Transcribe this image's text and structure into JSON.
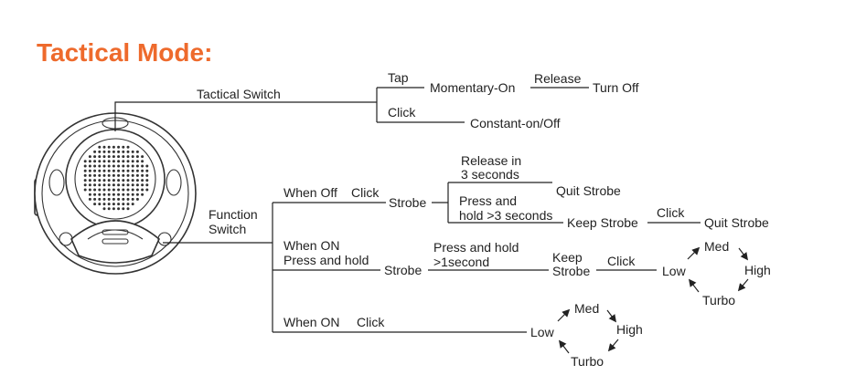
{
  "title": "Tactical Mode:",
  "colors": {
    "title": "#ee6a2c",
    "ink": "#222222"
  },
  "tactical": {
    "label": "Tactical Switch",
    "tap": "Tap",
    "momentary": "Momentary-On",
    "release": "Release",
    "turn_off": "Turn Off",
    "click": "Click",
    "constant": "Constant-on/Off"
  },
  "function": {
    "label_line1": "Function",
    "label_line2": "Switch",
    "when_off": {
      "label": "When Off",
      "click": "Click",
      "strobe": "Strobe",
      "release_line1": "Release in",
      "release_line2": "3 seconds",
      "quit_strobe_1": "Quit Strobe",
      "press_line1": "Press and",
      "press_line2": "hold >3 seconds",
      "keep_strobe": "Keep Strobe",
      "click_2": "Click",
      "quit_strobe_2": "Quit Strobe"
    },
    "when_on_hold": {
      "line1": "When ON",
      "line2": "Press and hold",
      "strobe": "Strobe",
      "press_line1": "Press and hold",
      "press_line2": ">1second",
      "keep_line1": "Keep",
      "keep_line2": "Strobe",
      "click": "Click",
      "cycle": {
        "low": "Low",
        "med": "Med",
        "high": "High",
        "turbo": "Turbo"
      }
    },
    "when_on_click": {
      "label": "When ON",
      "click": "Click",
      "cycle": {
        "low": "Low",
        "med": "Med",
        "high": "High",
        "turbo": "Turbo"
      }
    }
  }
}
